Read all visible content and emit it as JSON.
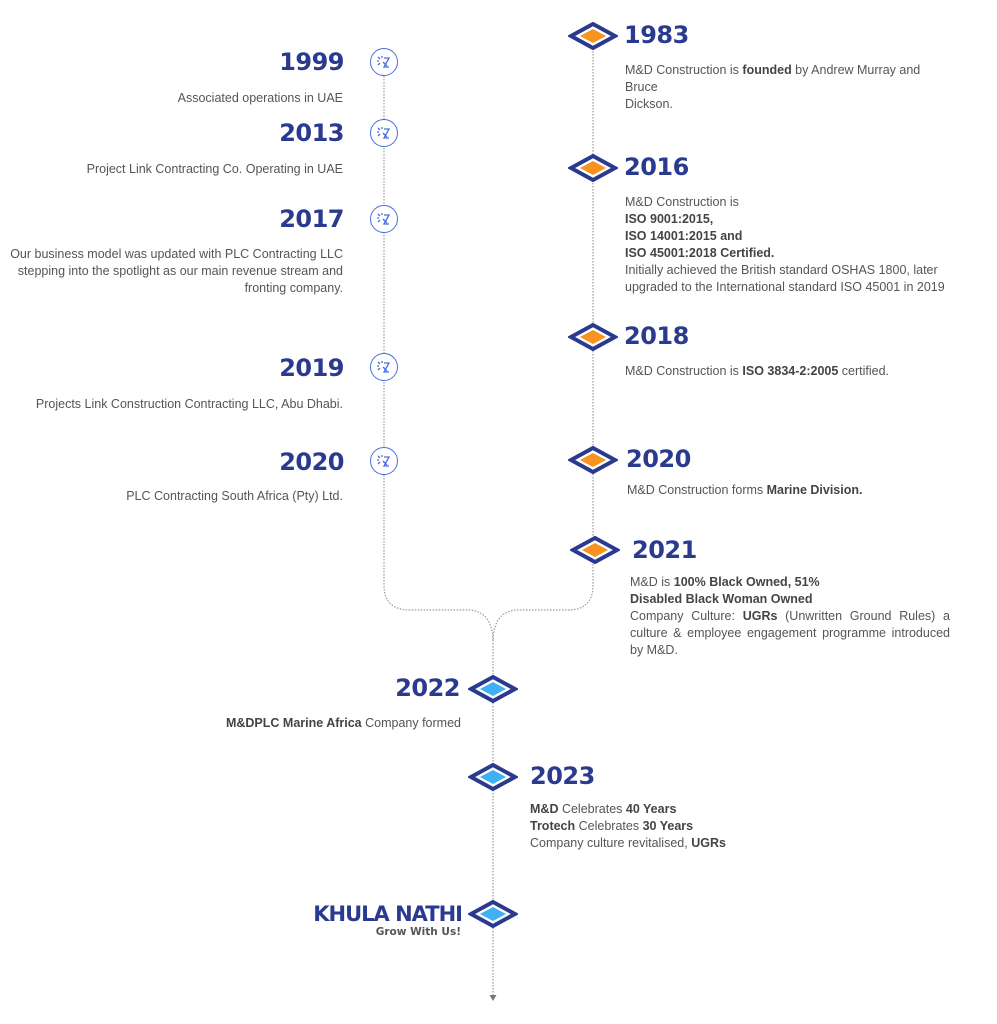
{
  "colors": {
    "year_text": "#2a3a8f",
    "diamond_outline": "#2a3a8f",
    "diamond_orange": "#f7931e",
    "diamond_blue": "#3fb0f5",
    "icon_blue": "#4a6fe0",
    "line_gray": "#999999",
    "body_text": "#555555"
  },
  "left_timeline": {
    "icon": "plc-logo-icon",
    "items": [
      {
        "year": "1999",
        "text": "Associated operations in UAE"
      },
      {
        "year": "2013",
        "text": "Project Link Contracting Co. Operating in UAE"
      },
      {
        "year": "2017",
        "lines": [
          "Our business model was updated with PLC Contracting LLC",
          "stepping into the spotlight as our main revenue stream and",
          "fronting company."
        ]
      },
      {
        "year": "2019",
        "text": "Projects Link Construction Contracting LLC, Abu Dhabi."
      },
      {
        "year": "2020",
        "text": "PLC Contracting South Africa (Pty) Ltd."
      }
    ]
  },
  "right_timeline": {
    "icon": "orange-diamond-icon",
    "items": [
      {
        "year": "1983",
        "pre": "M&D Construction is ",
        "bold": "founded",
        "post": " by Andrew Murray and Bruce",
        "line2": "Dickson."
      },
      {
        "year": "2016",
        "line1": "M&D Construction is",
        "bold1": "ISO 9001:2015,",
        "bold2": "ISO 14001:2015 and",
        "bold3": "ISO 45001:2018 Certified.",
        "line5": "Initially achieved the British standard OSHAS 1800, later",
        "line6": "upgraded to the International standard ISO 45001 in 2019"
      },
      {
        "year": "2018",
        "pre": "M&D Construction is ",
        "bold": "ISO 3834-2:2005",
        "post": " certified."
      },
      {
        "year": "2020",
        "pre": "M&D Construction forms ",
        "bold": "Marine Division."
      },
      {
        "year": "2021",
        "pre": "M&D is ",
        "bold1": "100% Black Owned, 51%",
        "bold2": "Disabled Black Woman Owned",
        "culture_pre": "Company Culture: ",
        "culture_bold": "UGRs",
        "culture_post": " (Unwritten Ground Rules) a culture & employee engagement programme introduced by M&D."
      }
    ]
  },
  "merged_timeline": {
    "icon": "blue-diamond-icon",
    "items": [
      {
        "year": "2022",
        "bold": "M&DPLC Marine Africa",
        "post": " Company formed"
      },
      {
        "year": "2023",
        "l1_bold": "M&D",
        "l1_mid": " Celebrates ",
        "l1_bold2": "40 Years",
        "l2_bold": "Trotech",
        "l2_mid": " Celebrates ",
        "l2_bold2": "30 Years",
        "l3_pre": "Company culture revitalised, ",
        "l3_bold": "UGRs"
      }
    ],
    "final": {
      "title": "KHULA NATHI",
      "subtitle": "Grow With Us!"
    }
  }
}
